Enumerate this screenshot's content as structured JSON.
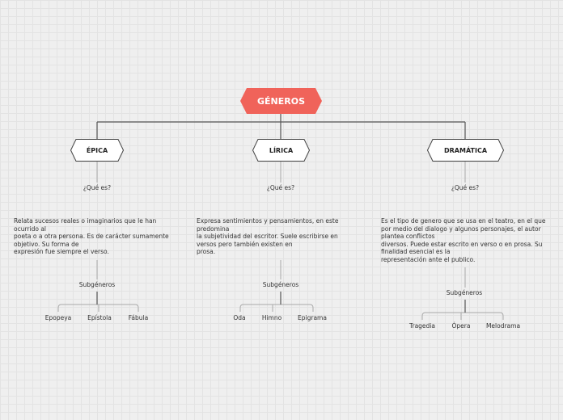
{
  "root": {
    "label": "GÉNEROS",
    "color": "#f0635a"
  },
  "branches": [
    {
      "title": "ÉPICA",
      "question": "¿Qué es?",
      "description": "Relata sucesos reales o imaginarios que le han ocurrido al\npoeta o a otra persona. Es de carácter sumamente objetivo. Su forma de\nexpresión fue siempre el verso.",
      "subgenres_label": "Subgéneros",
      "subgenres": [
        "Epopeya",
        "Epístola",
        "Fábula"
      ]
    },
    {
      "title": "LÍRICA",
      "question": "¿Qué es?",
      "description": "Expresa sentimientos y pensamientos, en este predomina\nla subjetividad del escritor. Suele escribirse en versos pero también existen en\nprosa.",
      "subgenres_label": "Subgéneros",
      "subgenres": [
        "Oda",
        "Himno",
        "Epigrama"
      ]
    },
    {
      "title": "DRAMÁTICA",
      "question": "¿Qué es?",
      "description": "Es el tipo de genero que se usa en el teatro, en el que por medio del dialogo y algunos personajes, el autor plantea conflictos\ndiversos. Puede estar escrito en verso o en prosa. Su finalidad esencial es la\nrepresentación ante el publico.",
      "subgenres_label": "Subgéneros",
      "subgenres": [
        "Tragedia",
        "Ópera",
        "Melodrama"
      ]
    }
  ]
}
